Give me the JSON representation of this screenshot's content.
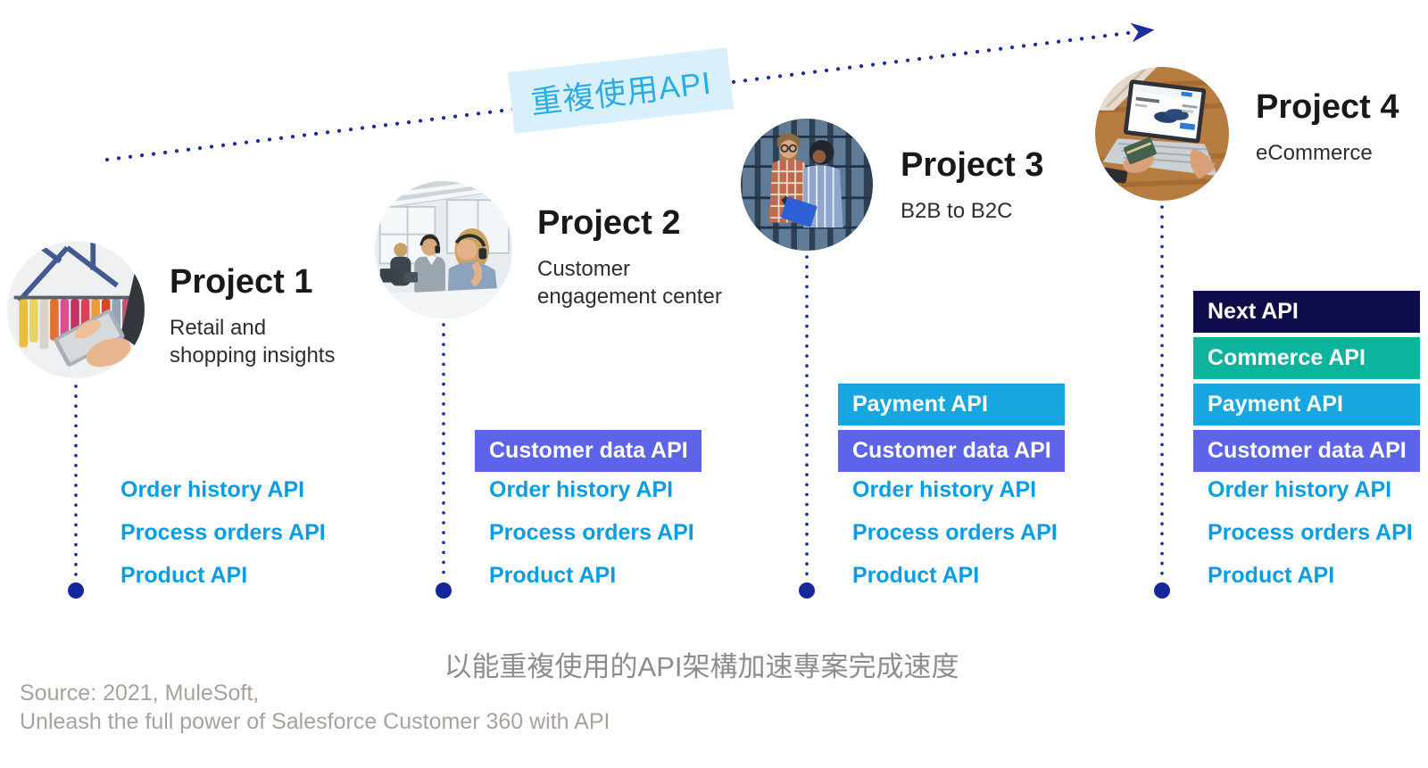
{
  "arrow_label": "重複使用API",
  "caption": "以能重複使用的API架構加速專案完成速度",
  "source": {
    "line1": "Source: 2021, MuleSoft,",
    "line2": "Unleash the full power of Salesforce Customer 360 with API"
  },
  "colors": {
    "connector_navy": "#1d2d9c",
    "api_text_blue": "#0c9ce0",
    "label_bg": "#d8f0fb",
    "label_text": "#2bace3",
    "badge_purple": "#5d64ea",
    "badge_cyan": "#18a6e0",
    "badge_teal": "#0cb39d",
    "badge_dark_navy": "#0e0c4a"
  },
  "projects": [
    {
      "title": "Project 1",
      "subtitle": "Retail and\nshopping insights",
      "photo": "retail-shopping-tablet-photo",
      "badges": [],
      "apis": [
        "Order history API",
        "Process orders API",
        "Product API"
      ]
    },
    {
      "title": "Project 2",
      "subtitle": "Customer\nengagement center",
      "photo": "call-center-agents-photo",
      "badges": [
        {
          "label": "Customer data API",
          "color": "#5d64ea"
        }
      ],
      "apis": [
        "Order history API",
        "Process orders API",
        "Product API"
      ]
    },
    {
      "title": "Project 3",
      "subtitle": "B2B to B2C",
      "photo": "server-room-team-photo",
      "badges": [
        {
          "label": "Payment API",
          "color": "#18a6e0"
        },
        {
          "label": "Customer data API",
          "color": "#5d64ea"
        }
      ],
      "apis": [
        "Order history API",
        "Process orders API",
        "Product API"
      ]
    },
    {
      "title": "Project 4",
      "subtitle": "eCommerce",
      "photo": "laptop-online-shopping-photo",
      "badges": [
        {
          "label": "Next API",
          "color": "#0e0c4a"
        },
        {
          "label": "Commerce API",
          "color": "#0cb39d"
        },
        {
          "label": "Payment API",
          "color": "#18a6e0"
        },
        {
          "label": "Customer data API",
          "color": "#5d64ea"
        }
      ],
      "apis": [
        "Order history API",
        "Process orders API",
        "Product API"
      ]
    }
  ]
}
